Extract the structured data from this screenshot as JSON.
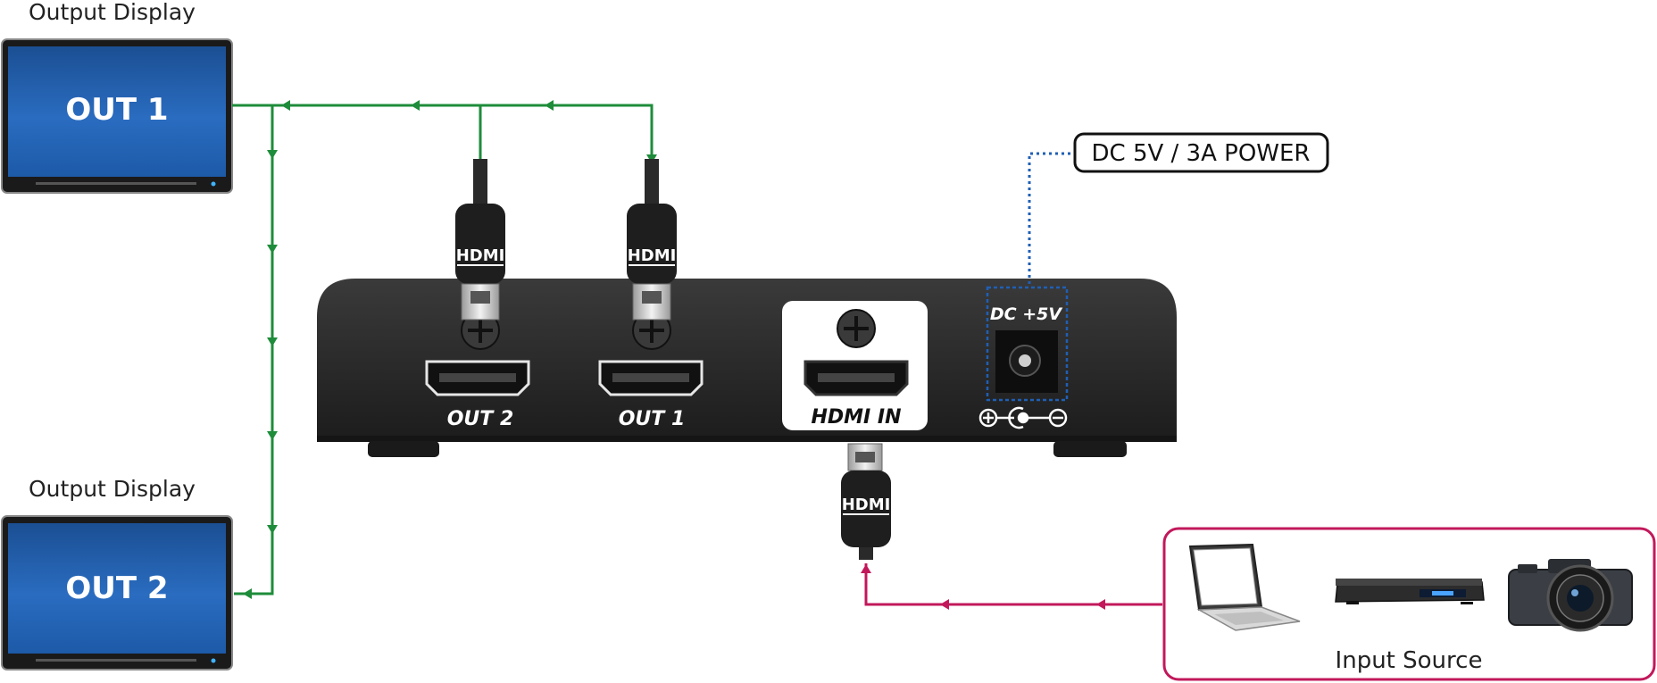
{
  "displays": [
    {
      "caption": "Output Display",
      "screen_label": "OUT 1"
    },
    {
      "caption": "Output Display",
      "screen_label": "OUT 2"
    }
  ],
  "splitter": {
    "ports": {
      "out2": "OUT 2",
      "out1": "OUT 1",
      "hdmi_in": "HDMI IN",
      "dc": "DC +5V"
    }
  },
  "power_label": "DC 5V / 3A POWER",
  "cable_badge": "HDMI",
  "input_source": {
    "label": "Input Source"
  },
  "icons": [
    "laptop-icon",
    "media-player-icon",
    "camera-icon",
    "polarity-symbol-icon",
    "screw-icon"
  ],
  "colors": {
    "output_line": "#1e8c3a",
    "input_line": "#c2185b",
    "power_line": "#1f5fb4",
    "screen_blue": "#1f5aa6",
    "device_body": "#2a2a2a"
  }
}
